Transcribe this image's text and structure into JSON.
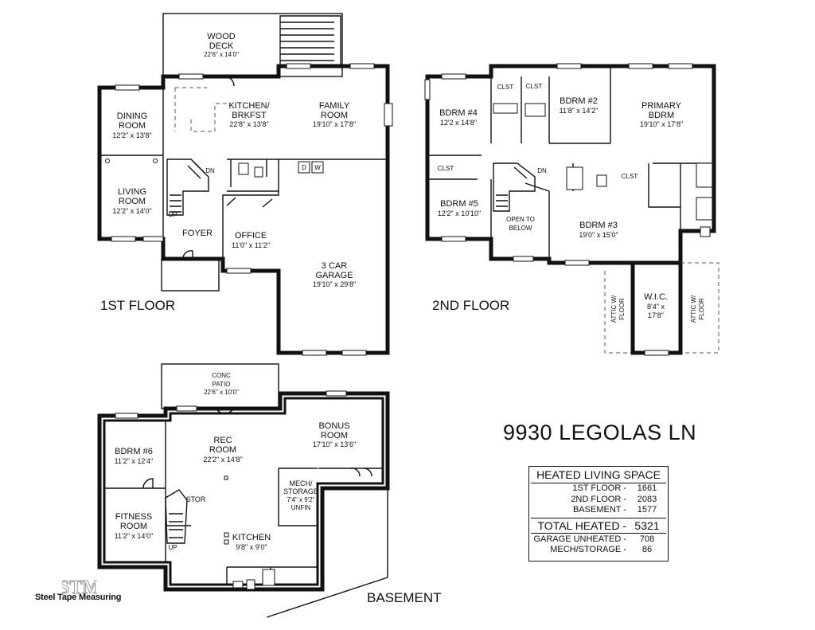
{
  "address": "9930 LEGOLAS LN",
  "floors": {
    "first": "1ST FLOOR",
    "second": "2ND FLOOR",
    "basement": "BASEMENT"
  },
  "rooms": {
    "wood_deck": {
      "name1": "WOOD",
      "name2": "DECK",
      "dim": "22'6\" x 14'0\""
    },
    "dining": {
      "name1": "DINING",
      "name2": "ROOM",
      "dim": "12'2\" x 13'8\""
    },
    "kitchen_brkfst": {
      "name1": "KITCHEN/",
      "name2": "BRKFST",
      "dim": "22'8\" x 13'8\""
    },
    "family": {
      "name1": "FAMILY",
      "name2": "ROOM",
      "dim": "19'10\" x 17'8\""
    },
    "living": {
      "name1": "LIVING",
      "name2": "ROOM",
      "dim": "12'2\" x 14'0\""
    },
    "foyer1": {
      "name1": "FOYER"
    },
    "office": {
      "name1": "OFFICE",
      "dim": "11'0\" x 11'2\""
    },
    "garage": {
      "name1": "3 CAR",
      "name2": "GARAGE",
      "dim": "19'10\" x 29'8\""
    },
    "bdrm4": {
      "name1": "BDRM #4",
      "dim": "12'2 x 14'8\""
    },
    "bdrm2": {
      "name1": "BDRM #2",
      "dim": "11'8\" x 14'2\""
    },
    "primary": {
      "name1": "PRIMARY",
      "name2": "BDRM",
      "dim": "19'10\" x 17'8\""
    },
    "bdrm5": {
      "name1": "BDRM #5",
      "dim": "12'2\" x 10'10\""
    },
    "open_below": {
      "name1": "OPEN TO",
      "name2": "BELOW"
    },
    "bdrm3": {
      "name1": "BDRM #3",
      "dim": "19'0\" x 15'0\""
    },
    "wic": {
      "name1": "W.I.C.",
      "name2": "8'4\" x",
      "dim": "17'8\""
    },
    "attic_left": {
      "name1": "ATTIC W/",
      "name2": "FLOOR"
    },
    "attic_right": {
      "name1": "ATTIC W/",
      "name2": "FLOOR"
    },
    "patio": {
      "name1": "CONC",
      "name2": "PATIO",
      "dim": "22'6\" x 10'0\""
    },
    "bdrm6": {
      "name1": "BDRM #6",
      "dim": "11'2\" x 12'4\""
    },
    "rec": {
      "name1": "REC",
      "name2": "ROOM",
      "dim": "22'2\" x 14'8\""
    },
    "bonus": {
      "name1": "BONUS",
      "name2": "ROOM",
      "dim": "17'10\" x 13'6\""
    },
    "mech": {
      "name1": "MECH/",
      "name2": "STORAGE",
      "dim": "7'4\" x 9'2\"",
      "note": "UNFIN"
    },
    "stor": {
      "name1": "STOR"
    },
    "fitness": {
      "name1": "FITNESS",
      "name2": "ROOM",
      "dim": "11'2\" x 14'0\""
    },
    "kitchen_b": {
      "name1": "KITCHEN",
      "dim": "9'8\" x 9'0\""
    }
  },
  "labels": {
    "clst": "CLST",
    "up": "UP",
    "dn": "DN",
    "d": "D",
    "w": "W"
  },
  "stats": {
    "title": "HEATED LIVING SPACE",
    "rows": [
      {
        "label": "1ST FLOOR -",
        "value": "1661"
      },
      {
        "label": "2ND FLOOR -",
        "value": "2083"
      },
      {
        "label": "BASEMENT -",
        "value": "1577"
      }
    ],
    "total": {
      "label": "TOTAL HEATED -",
      "value": "5321"
    },
    "extra": [
      {
        "label": "GARAGE UNHEATED -",
        "value": "708"
      },
      {
        "label": "MECH/STORAGE -",
        "value": "86"
      }
    ]
  },
  "brand": {
    "logo_text": "STM",
    "name": "Steel Tape Measuring"
  }
}
